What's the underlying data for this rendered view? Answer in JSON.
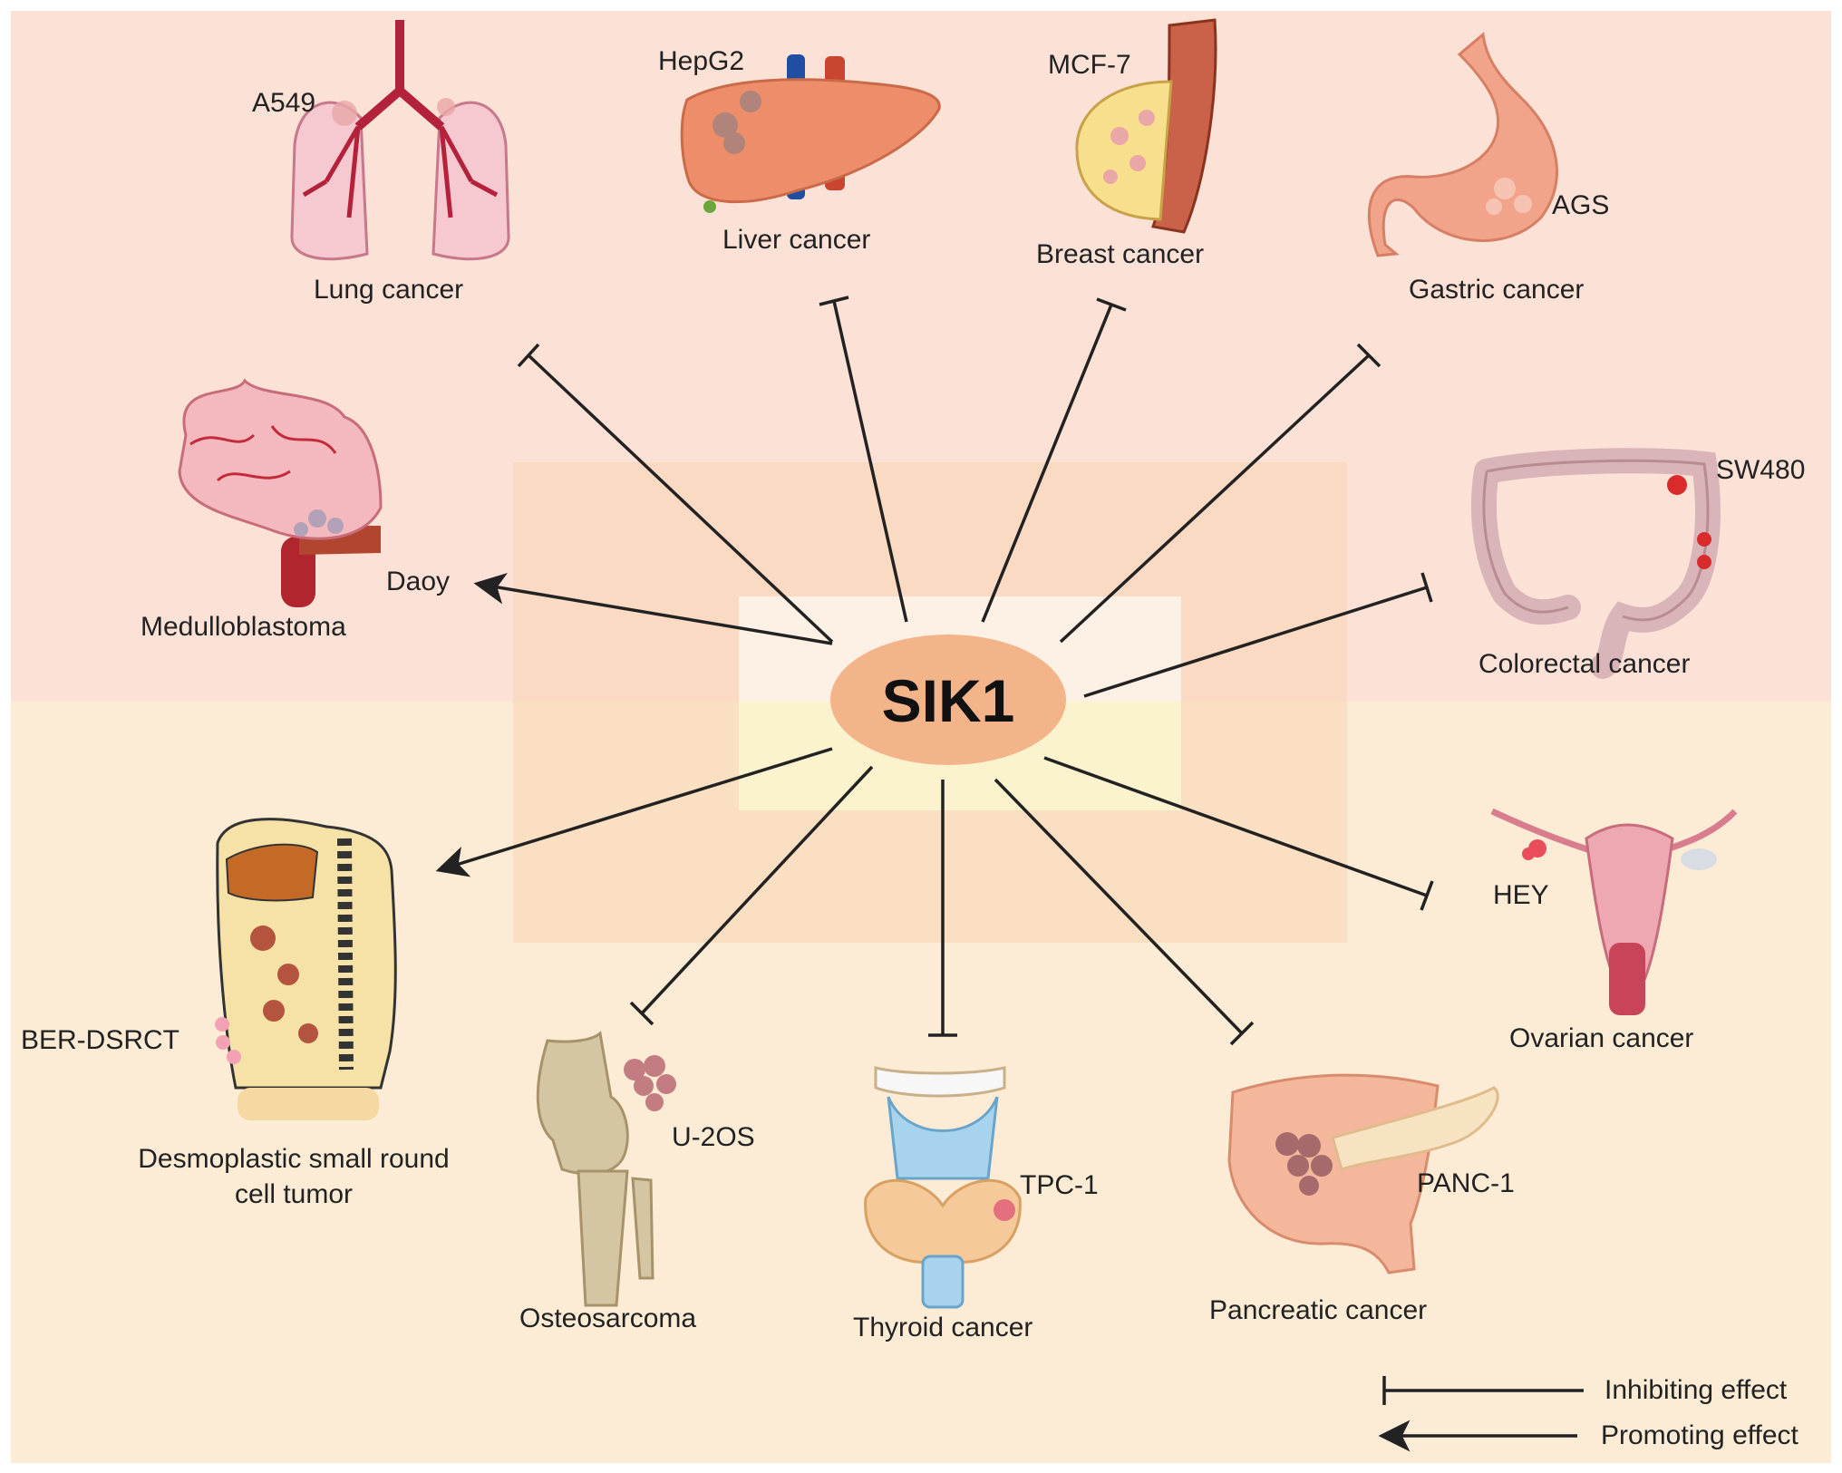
{
  "center": {
    "label": "SIK1"
  },
  "colors": {
    "top_band": "#fbe1d6",
    "bottom_band": "#fcecd6",
    "center_ellipse": "#f4b48a",
    "arrow": "#222222"
  },
  "organs": [
    {
      "id": "lung",
      "name": "Lung cancer",
      "cell_line": "A549",
      "effect": "inhibiting",
      "icon": "lung-icon"
    },
    {
      "id": "liver",
      "name": "Liver cancer",
      "cell_line": "HepG2",
      "effect": "inhibiting",
      "icon": "liver-icon"
    },
    {
      "id": "breast",
      "name": "Breast cancer",
      "cell_line": "MCF-7",
      "effect": "inhibiting",
      "icon": "breast-icon"
    },
    {
      "id": "gastric",
      "name": "Gastric cancer",
      "cell_line": "AGS",
      "effect": "inhibiting",
      "icon": "stomach-icon"
    },
    {
      "id": "medullo",
      "name": "Medulloblastoma",
      "cell_line": "Daoy",
      "effect": "promoting",
      "icon": "brain-icon"
    },
    {
      "id": "colorectal",
      "name": "Colorectal cancer",
      "cell_line": "SW480",
      "effect": "inhibiting",
      "icon": "colon-icon"
    },
    {
      "id": "dsrct",
      "name_lines": [
        "Desmoplastic small round",
        "cell tumor"
      ],
      "cell_line": "BER-DSRCT",
      "effect": "promoting",
      "icon": "abdomen-icon"
    },
    {
      "id": "ovarian",
      "name": "Ovarian cancer",
      "cell_line": "HEY",
      "effect": "inhibiting",
      "icon": "uterus-icon"
    },
    {
      "id": "osteo",
      "name": "Osteosarcoma",
      "cell_line": "U-2OS",
      "effect": "inhibiting",
      "icon": "knee-bone-icon"
    },
    {
      "id": "thyroid",
      "name": "Thyroid cancer",
      "cell_line": "TPC-1",
      "effect": "inhibiting",
      "icon": "thyroid-icon"
    },
    {
      "id": "pancreatic",
      "name": "Pancreatic cancer",
      "cell_line": "PANC-1",
      "effect": "inhibiting",
      "icon": "pancreas-icon"
    }
  ],
  "legend": {
    "inhibiting": "Inhibiting effect",
    "promoting": "Promoting effect"
  }
}
